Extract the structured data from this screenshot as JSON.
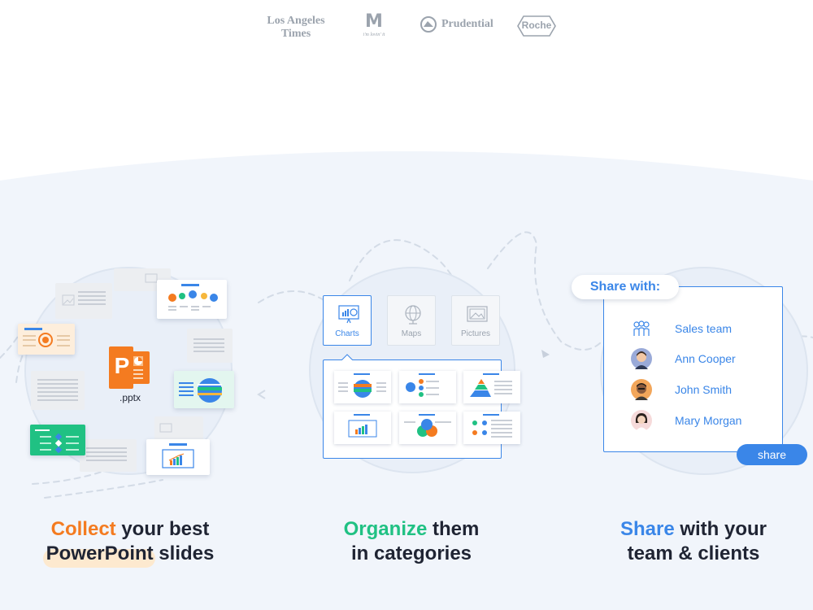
{
  "logos": {
    "lat_line1": "Los Angeles",
    "lat_line2": "Times",
    "mcdonalds_mark": "M",
    "mcdonalds_tag": "i'm lovin' it",
    "prudential": "Prudential",
    "roche": "Roche"
  },
  "collect": {
    "file_label": ".pptx",
    "app_letter": "P"
  },
  "organize": {
    "categories": [
      {
        "label": "Charts",
        "icon": "chart-presentation-icon",
        "active": true
      },
      {
        "label": "Maps",
        "icon": "globe-icon",
        "active": false
      },
      {
        "label": "Pictures",
        "icon": "picture-icon",
        "active": false
      }
    ]
  },
  "share": {
    "title": "Share with:",
    "recipients": [
      {
        "name": "Sales team",
        "icon": "team-icon"
      },
      {
        "name": "Ann Cooper",
        "icon": "avatar"
      },
      {
        "name": "John Smith",
        "icon": "avatar"
      },
      {
        "name": "Mary Morgan",
        "icon": "avatar"
      }
    ],
    "button": "share"
  },
  "captions": {
    "collect": {
      "accent": "Collect",
      "rest1": " your best",
      "highlight": "PowerPoint",
      "rest2": " slides"
    },
    "organize": {
      "accent": "Organize",
      "rest1": " them",
      "line2": "in categories"
    },
    "share": {
      "accent": "Share",
      "rest1": " with your",
      "line2": "team & clients"
    }
  },
  "colors": {
    "accent_blue": "#3a86e8",
    "accent_orange": "#f47b20",
    "accent_green": "#20c183",
    "band_bg": "#f1f5fb"
  }
}
